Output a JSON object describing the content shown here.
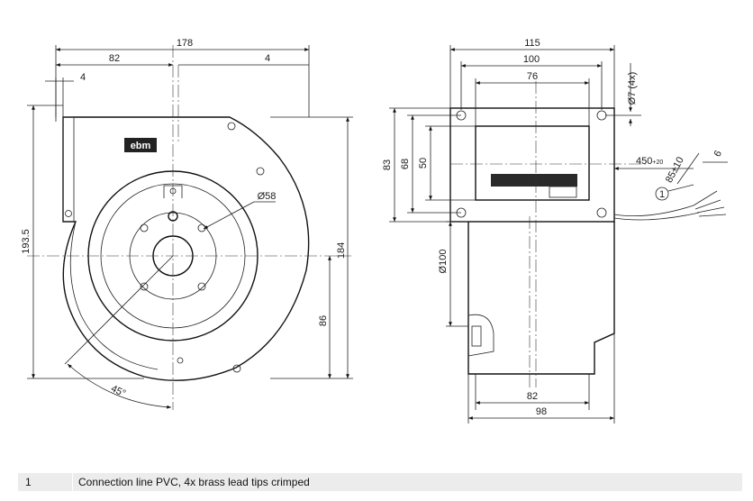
{
  "brand": "ebm",
  "front_view": {
    "dims": {
      "overall_width": "178",
      "width_82": "82",
      "width_4_a": "4",
      "width_4_b": "4",
      "height_193_5": "193.5",
      "height_184": "184",
      "height_86": "86",
      "circle": "Ø58",
      "angle": "45°"
    }
  },
  "side_view": {
    "dims": {
      "width_115": "115",
      "width_100": "100",
      "width_76": "76",
      "holes": "Ø7 (4x)",
      "height_83": "83",
      "height_68": "68",
      "height_50": "50",
      "cable_length": "450",
      "cable_length_tol": "+20",
      "strip_length": "85±10",
      "strip_6": "6",
      "callout": "1",
      "diameter_100": "Ø100",
      "width_82": "82",
      "width_98": "98"
    }
  },
  "legend": {
    "number": "1",
    "text": "Connection line PVC, 4x brass lead tips crimped"
  }
}
